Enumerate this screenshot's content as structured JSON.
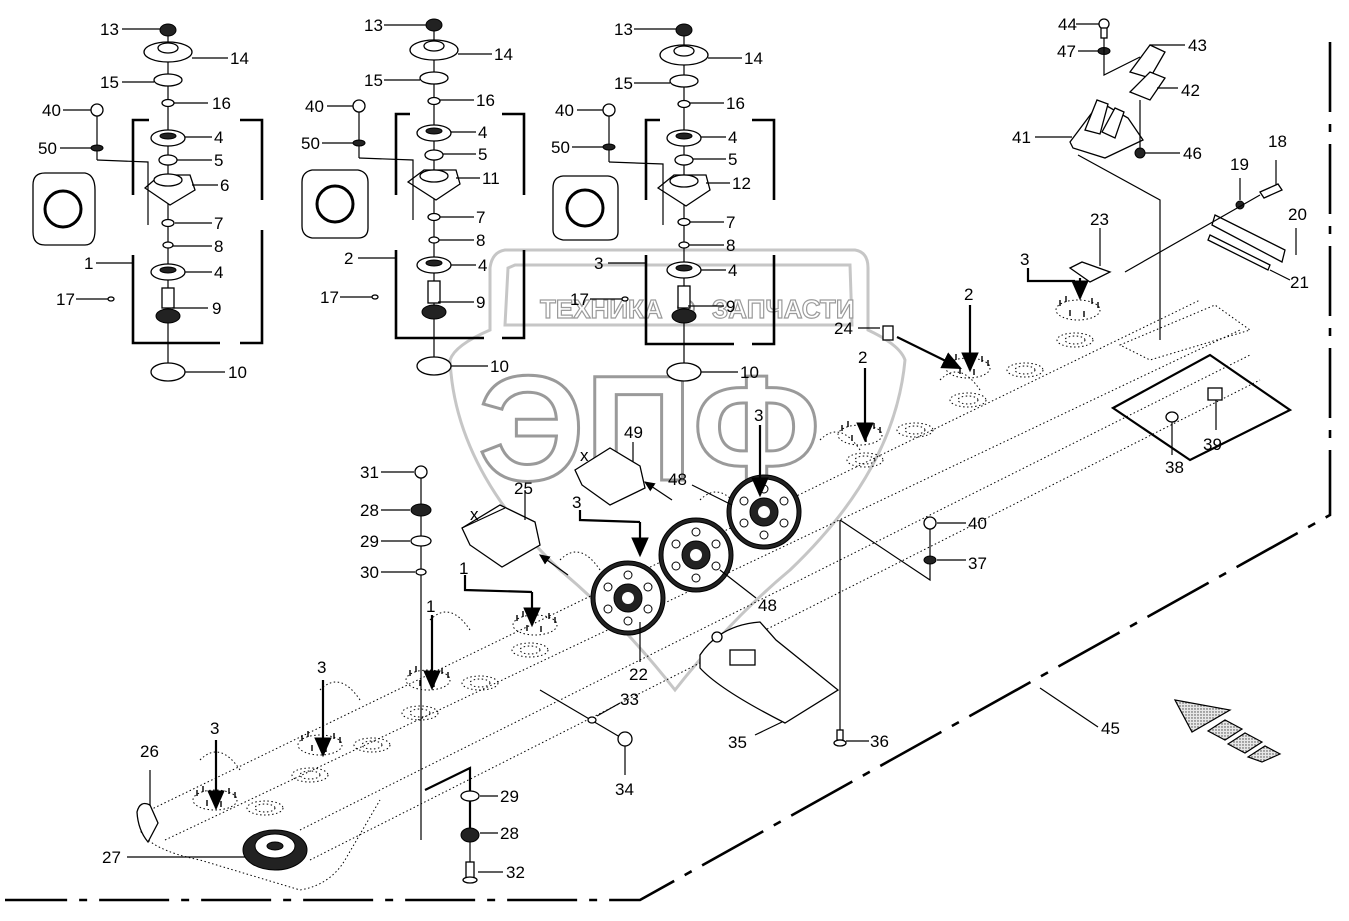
{
  "diagram": {
    "type": "exploded parts diagram",
    "subject": "Cutter bar assembly (mower) with gear drives and bearing housings",
    "watermark": {
      "text_left": "ТЕХНИКА",
      "text_right": "ЗАПЧАСТИ",
      "logo_letters": "ЭПФ",
      "gear_icon": "gear-icon"
    },
    "assembly_groups": [
      {
        "group": 1,
        "callouts": [
          "13",
          "14",
          "15",
          "16",
          "40",
          "50",
          "4",
          "5",
          "6",
          "7",
          "8",
          "1",
          "4",
          "17",
          "9",
          "10"
        ]
      },
      {
        "group": 2,
        "callouts": [
          "13",
          "14",
          "15",
          "16",
          "40",
          "50",
          "4",
          "5",
          "11",
          "7",
          "8",
          "2",
          "4",
          "17",
          "9",
          "10"
        ]
      },
      {
        "group": 3,
        "callouts": [
          "13",
          "14",
          "15",
          "16",
          "40",
          "50",
          "4",
          "5",
          "12",
          "7",
          "8",
          "3",
          "4",
          "17",
          "9",
          "10"
        ]
      }
    ],
    "labels": {
      "g1_13": "13",
      "g1_14": "14",
      "g1_15": "15",
      "g1_16": "16",
      "g1_40": "40",
      "g1_50": "50",
      "g1_4a": "4",
      "g1_5": "5",
      "g1_6": "6",
      "g1_7": "7",
      "g1_8": "8",
      "g1_1": "1",
      "g1_4b": "4",
      "g1_17": "17",
      "g1_9": "9",
      "g1_10": "10",
      "g2_13": "13",
      "g2_14": "14",
      "g2_15": "15",
      "g2_16": "16",
      "g2_40": "40",
      "g2_50": "50",
      "g2_4a": "4",
      "g2_5": "5",
      "g2_11": "11",
      "g2_7": "7",
      "g2_8": "8",
      "g2_2": "2",
      "g2_4b": "4",
      "g2_17": "17",
      "g2_9": "9",
      "g2_10": "10",
      "g3_13": "13",
      "g3_14": "14",
      "g3_15": "15",
      "g3_16": "16",
      "g3_40": "40",
      "g3_50": "50",
      "g3_4a": "4",
      "g3_5": "5",
      "g3_12": "12",
      "g3_7": "7",
      "g3_8": "8",
      "g3_3": "3",
      "g3_4b": "4",
      "g3_17": "17",
      "g3_9": "9",
      "g3_10": "10",
      "p44": "44",
      "p47": "47",
      "p43": "43",
      "p42": "42",
      "p41": "41",
      "p46": "46",
      "p18": "18",
      "p19": "19",
      "p20": "20",
      "p21": "21",
      "p23": "23",
      "p3_top": "3",
      "p24": "24",
      "p2a": "2",
      "p2b": "2",
      "p38": "38",
      "p39": "39",
      "p31": "31",
      "p28a": "28",
      "p29a": "29",
      "p30": "30",
      "p25": "25",
      "x1": "x",
      "p49": "49",
      "x2": "x",
      "p48a": "48",
      "p48b": "48",
      "p3a": "3",
      "p3b": "3",
      "p1a": "1",
      "p1b": "1",
      "p22": "22",
      "p40b": "40",
      "p37": "37",
      "p3c": "3",
      "p3d": "3",
      "p26": "26",
      "p27": "27",
      "p29b": "29",
      "p28b": "28",
      "p32": "32",
      "p33": "33",
      "p34": "34",
      "p35": "35",
      "p36": "36",
      "p45": "45"
    },
    "direction_arrow": "travel-direction-arrow"
  }
}
